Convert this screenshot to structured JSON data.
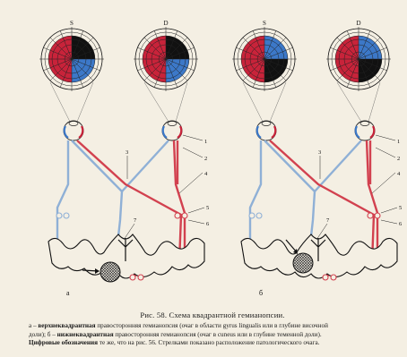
{
  "panels": [
    {
      "id": "a",
      "panel_label": "а",
      "field_left_label": "S",
      "field_right_label": "D",
      "numbers": [
        "1",
        "2",
        "3",
        "4",
        "5",
        "6",
        "7"
      ],
      "lesion": "lower-left (gyrus lingualis)"
    },
    {
      "id": "b",
      "panel_label": "б",
      "field_left_label": "S",
      "field_right_label": "D",
      "numbers": [
        "1",
        "2",
        "3",
        "4",
        "5",
        "6",
        "7"
      ],
      "lesion": "upper-left (cuneus)"
    }
  ],
  "colors": {
    "red": "#c8233a",
    "blue": "#3c78c8",
    "black": "#111111",
    "background": "#f4efe3",
    "pathway_red": "#d2414f",
    "pathway_blue": "#8fb0d6"
  },
  "caption": {
    "title": "Рис. 58. Схема квадрантной гемианопсии.",
    "line1_prefix": "а –",
    "line1_bold": " верхнеквадрантная",
    "line1_rest": " правосторонняя гемианопсия (очаг в области gyrus lingualis или в глубине височной",
    "line2_start": "доли); б –",
    "line2_bold": " нижнеквадрантная",
    "line2_rest": " правосторонняя гемианопсия (очаг в cuneus или в глубине теменной доли).",
    "line3_bold": "Цифровые обозначения",
    "line3_rest": " те же, что на рис. 56. Стрелками показано расположение патологического очага."
  }
}
